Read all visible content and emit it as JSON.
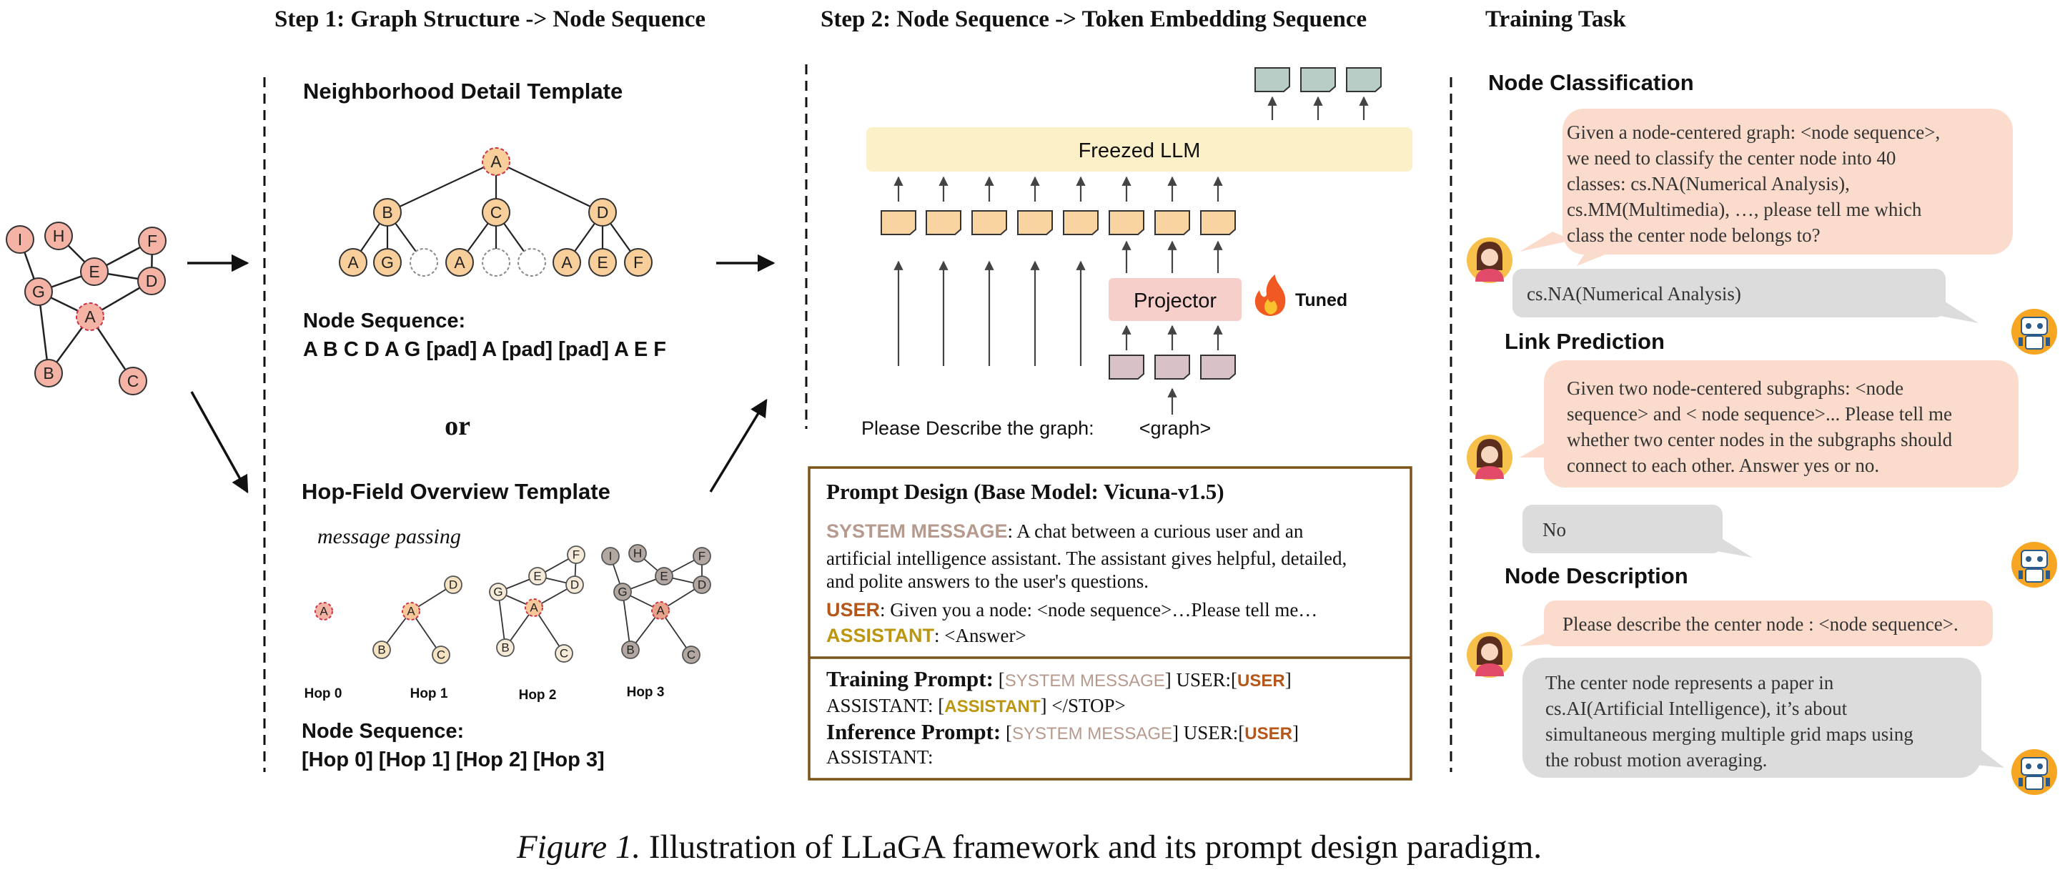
{
  "headers": {
    "step1": "Step 1:  Graph Structure -> Node Sequence",
    "step2": "Step 2:   Node Sequence -> Token Embedding Sequence",
    "task": "Training Task"
  },
  "step1": {
    "neighborhood_title": "Neighborhood Detail Template",
    "neighborhood_seq_label": "Node Sequence:",
    "neighborhood_seq": "A B C D A G [pad] A [pad] [pad] A E F",
    "or": "or",
    "hop_title": "Hop-Field Overview Template",
    "message_passing": "message passing",
    "hop_labels": [
      "Hop 0",
      "Hop 1",
      "Hop 2",
      "Hop 3"
    ],
    "hop_seq_label": "Node Sequence:",
    "hop_seq": "[Hop 0] [Hop 1] [Hop 2] [Hop 3]"
  },
  "graph_nodes": {
    "input": [
      "I",
      "H",
      "F",
      "G",
      "E",
      "D",
      "A",
      "B",
      "C"
    ],
    "tree": [
      "A",
      "B",
      "C",
      "D",
      "A",
      "G",
      "A",
      "A",
      "E",
      "F"
    ],
    "hop0": [
      "A"
    ],
    "hop1": [
      "D",
      "A",
      "B",
      "C"
    ],
    "hop2": [
      "F",
      "E",
      "G",
      "D",
      "A",
      "B",
      "C"
    ],
    "hop3": [
      "I",
      "H",
      "F",
      "G",
      "E",
      "D",
      "A",
      "B",
      "C"
    ]
  },
  "step2": {
    "llm_label": "Freezed LLM",
    "projector_label": "Projector",
    "tuned_label": "Tuned",
    "describe_text": "Please Describe the graph:",
    "graph_token": "<graph>"
  },
  "prompt": {
    "title": "Prompt Design (Base Model: Vicuna-v1.5)",
    "system_label": "SYSTEM MESSAGE",
    "system_text_1": ": A chat between a curious user and an",
    "system_text_2": "artificial intelligence assistant. The assistant gives helpful, detailed,",
    "system_text_3": "and polite answers to the user's questions.",
    "user_label": "USER",
    "user_text": ":  Given you a node: <node sequence>…Please tell me…",
    "assistant_label": "ASSISTANT",
    "assistant_text": ":   <Answer>",
    "training_label": "Training Prompt:",
    "inference_label": "Inference Prompt:",
    "bracket_open": "[",
    "bracket_close": "]",
    "user_colon": " USER:[",
    "assistant_colon": "ASSISTANT: [",
    "stop": "]  </STOP>",
    "assistant_end": "ASSISTANT:"
  },
  "tasks": {
    "node_classification": {
      "title": "Node Classification",
      "question": [
        "Given a node-centered graph: <node sequence>,",
        "we need to classify the center node into 40",
        "classes: cs.NA(Numerical Analysis),",
        "cs.MM(Multimedia), …, please tell me which",
        "class the center node belongs to?"
      ],
      "answer": "cs.NA(Numerical Analysis)"
    },
    "link_prediction": {
      "title": "Link Prediction",
      "question": [
        "Given two node-centered subgraphs: <node",
        "sequence> and < node sequence>... Please tell me",
        "whether two center nodes in the subgraphs should",
        "connect to each other. Answer yes or no."
      ],
      "answer": "No"
    },
    "node_description": {
      "title": "Node Description",
      "question": "Please describe the center node : <node sequence>.",
      "answer": [
        "The center node represents a paper in",
        "cs.AI(Artificial Intelligence), it’s about",
        "simultaneous merging multiple grid maps using",
        "the robust motion averaging."
      ]
    }
  },
  "caption": {
    "figure_label": "Figure 1.",
    "text": "Illustration of LLaGA framework and its prompt design paradigm."
  },
  "colors": {
    "node_pink": "#f4b3a5",
    "node_orange": "#f8cf9b",
    "hop_beige": "#f5e3c2",
    "hop_gray": "#b3a7a2",
    "llm_box": "#fcf0c8",
    "projector_box": "#f6cfcb",
    "token_orange": "#f9d4a0",
    "token_purple": "#d9c1c8",
    "token_teal": "#b8cdc6",
    "user_bubble": "#fbdccc",
    "bot_bubble": "#dcdcdc",
    "system_color": "#b79a8e",
    "user_color": "#b5561a",
    "assistant_color": "#bc960e",
    "prompt_border": "#7a5418"
  }
}
